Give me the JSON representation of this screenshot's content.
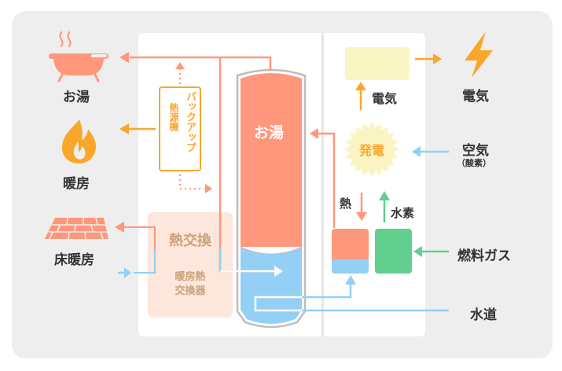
{
  "title": "エネファーム (家庭用燃料電池) の仕組み",
  "colors": {
    "hot": "#ff977d",
    "cold": "#94cff5",
    "electric": "#f9a72b",
    "hydrogen": "#63cf8f",
    "generation_burst": "#f9f4c2",
    "electric_box": "#f9f6c4",
    "heat_exchanger_bg": "#fde6dc",
    "frame_bg": "#eeeeee"
  },
  "left_outputs": [
    {
      "id": "hot-water",
      "icon": "bathtub-icon",
      "label": "お湯"
    },
    {
      "id": "heating",
      "icon": "flame-icon",
      "label": "暖房"
    },
    {
      "id": "floor-heating",
      "icon": "floor-tiles-icon",
      "label": "床暖房"
    }
  ],
  "backup_heat_source": {
    "label_line1": "バックアップ",
    "label_line2": "熱源機"
  },
  "heat_exchanger": {
    "title": "熱交換",
    "subtitle_line1": "暖房熱",
    "subtitle_line2": "交換器"
  },
  "tank": {
    "label": "お湯"
  },
  "fuel_cell_unit": {
    "electricity_label": "電気",
    "generation_label": "発電",
    "heat_label": "熱",
    "hydrogen_label": "水素"
  },
  "right_inputs_outputs": [
    {
      "id": "electricity",
      "icon": "lightning-bolt-icon",
      "label": "電気",
      "sub": ""
    },
    {
      "id": "air",
      "icon": "",
      "label": "空気",
      "sub": "（酸素）"
    },
    {
      "id": "fuel-gas",
      "icon": "",
      "label": "燃料ガス",
      "sub": ""
    },
    {
      "id": "water-supply",
      "icon": "",
      "label": "水道",
      "sub": ""
    }
  ]
}
